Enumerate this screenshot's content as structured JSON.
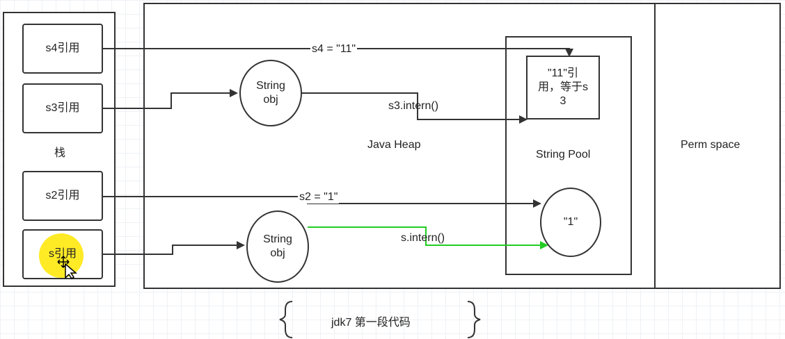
{
  "stack": {
    "title": "栈",
    "refs": {
      "s4": "s4引用",
      "s3": "s3引用",
      "s2": "s2引用",
      "s": "s引用"
    }
  },
  "heap": {
    "title": "Java Heap",
    "string_obj_1": [
      "String",
      "obj"
    ],
    "string_obj_2": [
      "String",
      "obj"
    ]
  },
  "pool": {
    "title": "String Pool",
    "entry_11": [
      "\"11\"引",
      "用，等于s",
      "3"
    ],
    "entry_1": "\"1\""
  },
  "perm": {
    "title": "Perm space"
  },
  "edges": {
    "s4_assign": "s4 = \"11\"",
    "s3_intern": "s3.intern()",
    "s2_assign": "s2 = \"1\"",
    "s_intern": "s.intern()"
  },
  "caption": "jdk7 第一段代码",
  "colors": {
    "line": "#333333",
    "green": "#22cc22",
    "highlight": "#ffe600"
  }
}
